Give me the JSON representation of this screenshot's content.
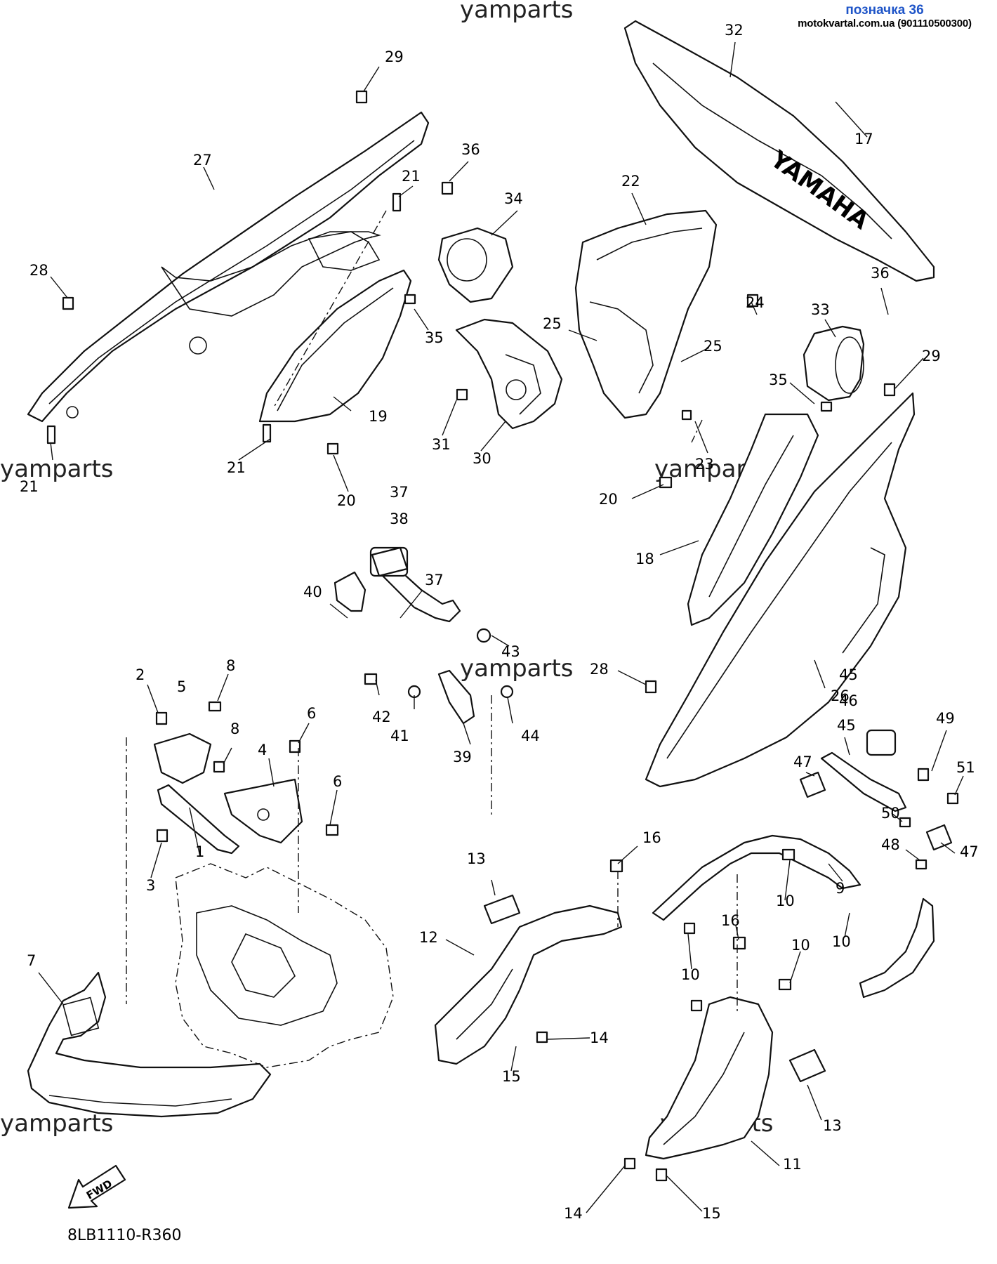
{
  "header": {
    "page_label": "позначка 36",
    "source": "motokvartal.com.ua (901110500300)"
  },
  "watermark": "yamparts",
  "diagram_code": "8LB1110-R360",
  "fwd_label": "FWD",
  "callouts": [
    {
      "key": "c29a",
      "label": "29"
    },
    {
      "key": "c27",
      "label": "27"
    },
    {
      "key": "c21a",
      "label": "21"
    },
    {
      "key": "c28a",
      "label": "28"
    },
    {
      "key": "c21b",
      "label": "21"
    },
    {
      "key": "c19",
      "label": "19"
    },
    {
      "key": "c21c",
      "label": "21"
    },
    {
      "key": "c20a",
      "label": "20"
    },
    {
      "key": "c35a",
      "label": "35"
    },
    {
      "key": "c36a",
      "label": "36"
    },
    {
      "key": "c34",
      "label": "34"
    },
    {
      "key": "c31",
      "label": "31"
    },
    {
      "key": "c30",
      "label": "30"
    },
    {
      "key": "c22",
      "label": "22"
    },
    {
      "key": "c25a",
      "label": "25"
    },
    {
      "key": "c25b",
      "label": "25"
    },
    {
      "key": "c24",
      "label": "24"
    },
    {
      "key": "c23",
      "label": "23"
    },
    {
      "key": "c32",
      "label": "32"
    },
    {
      "key": "c17",
      "label": "17"
    },
    {
      "key": "c36b",
      "label": "36"
    },
    {
      "key": "c33",
      "label": "33"
    },
    {
      "key": "c29b",
      "label": "29"
    },
    {
      "key": "c35b",
      "label": "35"
    },
    {
      "key": "c20b",
      "label": "20"
    },
    {
      "key": "c18",
      "label": "18"
    },
    {
      "key": "c37a",
      "label": "37"
    },
    {
      "key": "c38",
      "label": "38"
    },
    {
      "key": "c37b",
      "label": "37"
    },
    {
      "key": "c40",
      "label": "40"
    },
    {
      "key": "c43",
      "label": "43"
    },
    {
      "key": "c42",
      "label": "42"
    },
    {
      "key": "c41",
      "label": "41"
    },
    {
      "key": "c39",
      "label": "39"
    },
    {
      "key": "c44",
      "label": "44"
    },
    {
      "key": "c2",
      "label": "2"
    },
    {
      "key": "c5",
      "label": "5"
    },
    {
      "key": "c8a",
      "label": "8"
    },
    {
      "key": "c8b",
      "label": "8"
    },
    {
      "key": "c6a",
      "label": "6"
    },
    {
      "key": "c4",
      "label": "4"
    },
    {
      "key": "c6b",
      "label": "6"
    },
    {
      "key": "c1",
      "label": "1"
    },
    {
      "key": "c3",
      "label": "3"
    },
    {
      "key": "c7",
      "label": "7"
    },
    {
      "key": "c28b",
      "label": "28"
    },
    {
      "key": "c26",
      "label": "26"
    },
    {
      "key": "c45a",
      "label": "45"
    },
    {
      "key": "c46",
      "label": "46"
    },
    {
      "key": "c45b",
      "label": "45"
    },
    {
      "key": "c49",
      "label": "49"
    },
    {
      "key": "c47a",
      "label": "47"
    },
    {
      "key": "c51",
      "label": "51"
    },
    {
      "key": "c50",
      "label": "50"
    },
    {
      "key": "c48",
      "label": "48"
    },
    {
      "key": "c47b",
      "label": "47"
    },
    {
      "key": "c9",
      "label": "9"
    },
    {
      "key": "c10a",
      "label": "10"
    },
    {
      "key": "c10b",
      "label": "10"
    },
    {
      "key": "c10c",
      "label": "10"
    },
    {
      "key": "c10d",
      "label": "10"
    },
    {
      "key": "c16a",
      "label": "16"
    },
    {
      "key": "c16b",
      "label": "16"
    },
    {
      "key": "c13a",
      "label": "13"
    },
    {
      "key": "c12",
      "label": "12"
    },
    {
      "key": "c14a",
      "label": "14"
    },
    {
      "key": "c15a",
      "label": "15"
    },
    {
      "key": "c13b",
      "label": "13"
    },
    {
      "key": "c11",
      "label": "11"
    },
    {
      "key": "c14b",
      "label": "14"
    },
    {
      "key": "c15b",
      "label": "15"
    }
  ]
}
